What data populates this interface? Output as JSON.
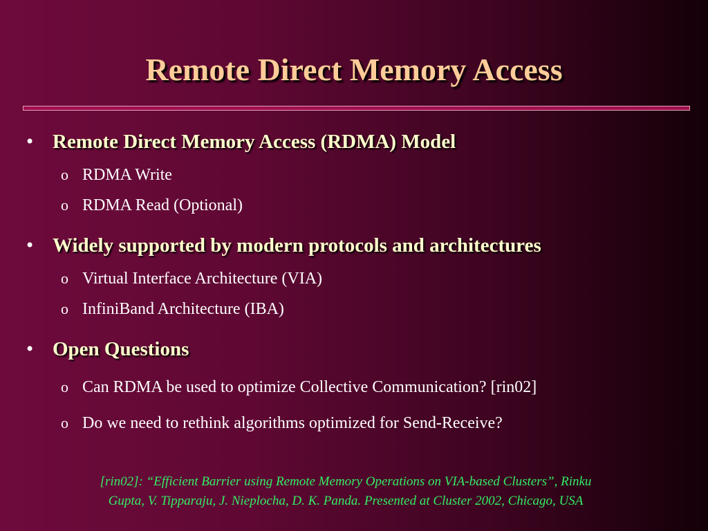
{
  "slide": {
    "title": "Remote Direct Memory Access",
    "bullets": [
      {
        "marker": "•",
        "text": "Remote Direct Memory Access (RDMA) Model",
        "subitems": [
          {
            "marker": "o",
            "text": "RDMA Write"
          },
          {
            "marker": "o",
            "text": "RDMA Read (Optional)"
          }
        ]
      },
      {
        "marker": "•",
        "text": "Widely supported by modern protocols and architectures",
        "subitems": [
          {
            "marker": "o",
            "text": "Virtual Interface Architecture (VIA)"
          },
          {
            "marker": "o",
            "text": "InfiniBand Architecture (IBA)"
          }
        ]
      },
      {
        "marker": "•",
        "text": "Open Questions",
        "subitems": [
          {
            "marker": "o",
            "text": "Can RDMA be used to optimize Collective Communication? [rin02]"
          },
          {
            "marker": "o",
            "text": "Do we need to rethink algorithms optimized for Send-Receive?"
          }
        ]
      }
    ],
    "footnote_line1": "[rin02]: “Efficient Barrier using Remote Memory Operations on VIA-based Clusters”, Rinku",
    "footnote_line2": "Gupta, V. Tipparaju, J. Nieplocha, D. K. Panda. Presented at Cluster 2002, Chicago, USA"
  },
  "colors": {
    "background_left": "#6e0b3c",
    "background_right": "#140008",
    "title": "#ffcc99",
    "bullet_text": "#ffffcc",
    "sub_text": "#ffffff",
    "footnote": "#33ee66",
    "rule": "#a01050"
  }
}
